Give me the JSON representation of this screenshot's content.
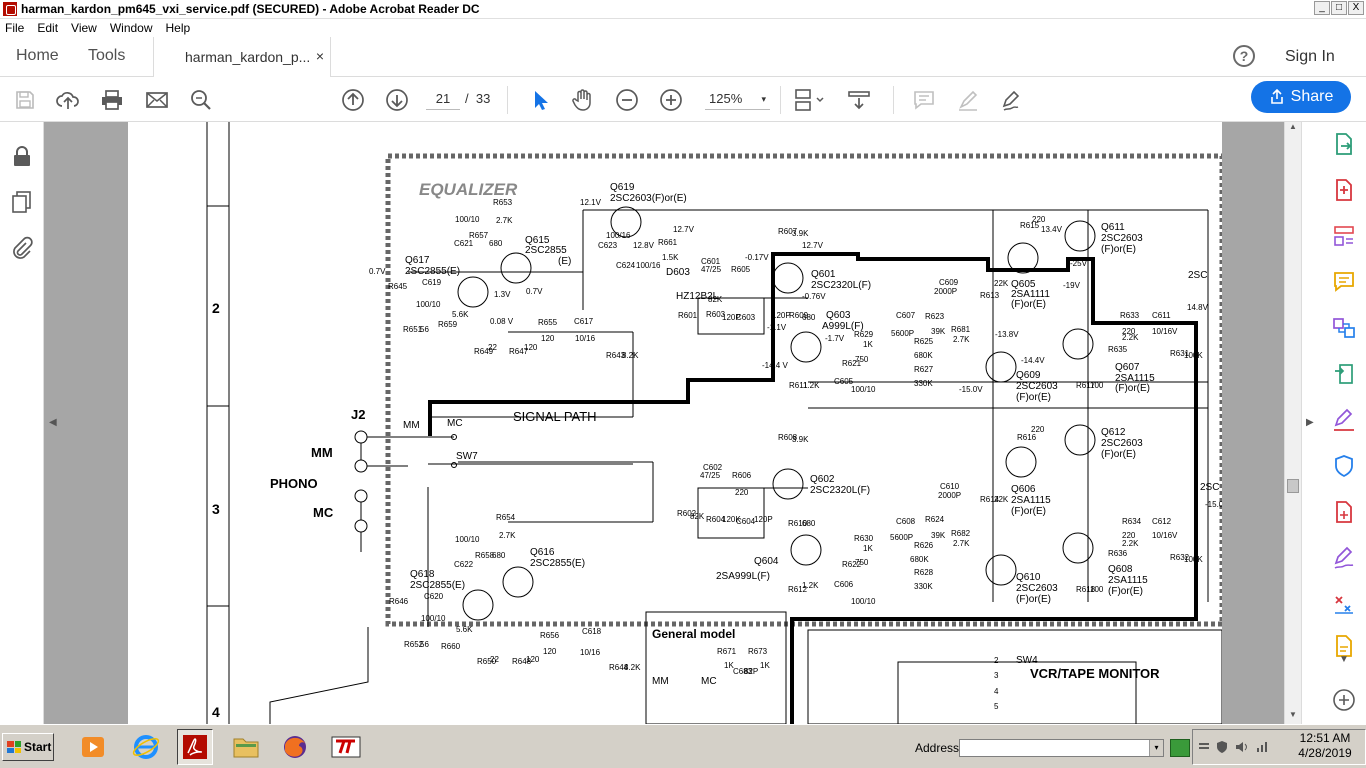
{
  "window": {
    "title": "harman_kardon_pm645_vxi_service.pdf (SECURED) - Adobe Acrobat Reader DC",
    "min_label": "_",
    "max_label": "□",
    "close_label": "X"
  },
  "menu": {
    "file": "File",
    "edit": "Edit",
    "view": "View",
    "window": "Window",
    "help": "Help"
  },
  "tabs": {
    "home": "Home",
    "tools": "Tools",
    "document": "harman_kardon_p...",
    "close_glyph": "×"
  },
  "header": {
    "help_glyph": "?",
    "signin": "Sign In"
  },
  "toolbar": {
    "current_page": "21",
    "page_separator": "/",
    "total_pages": "33",
    "zoom": "125%",
    "zoom_dd": "▾",
    "share": "Share"
  },
  "schematic": {
    "section_title": "EQUALIZER",
    "signal_path": "SIGNAL PATH",
    "general_model": "General model",
    "vcr_tape": "VCR/TAPE MONITOR",
    "phono": "PHONO",
    "mm": "MM",
    "mc": "MC",
    "mm2": "MM",
    "mc2": "MC",
    "mm3": "MM",
    "mc3": "MC",
    "j2": "J2",
    "sw7": "SW7",
    "sw4": "SW4",
    "row2": "2",
    "row3": "3",
    "row4": "4",
    "q619": "Q619",
    "q619t": "2SC2603(F)or(E)",
    "q617": "Q617",
    "q617t": "2SC2855(E)",
    "q615": "Q615",
    "q615t": "2SC2855",
    "q615e": "(E)",
    "q618": "Q618",
    "q618t": "2SC2855(E)",
    "q616": "Q616",
    "q616t": "2SC2855(E)",
    "q601": "Q601",
    "q601t": "2SC2320L(F)",
    "q602": "Q602",
    "q602t": "2SC2320L(F)",
    "q603": "Q603",
    "q603t": "A999L(F)",
    "q604": "Q604",
    "q604t": "2SA999L(F)",
    "q605": "Q605",
    "q605t": "2SA1111",
    "q605e": "(F)or(E)",
    "q606": "Q606",
    "q606t": "2SA1115",
    "q606e": "(F)or(E)",
    "q607": "Q607",
    "q607t": "2SA1115",
    "q607e": "(F)or(E)",
    "q608": "Q608",
    "q608t": "2SA1115",
    "q608e": "(F)or(E)",
    "q609": "Q609",
    "q609t": "2SC2603",
    "q609e": "(F)or(E)",
    "q610": "Q610",
    "q610t": "2SC2603",
    "q610e": "(F)or(E)",
    "q611": "Q611",
    "q611t": "2SC2603",
    "q611e": "(F)or(E)",
    "q612": "Q612",
    "q612t": "2SC2603",
    "q612e": "(F)or(E)",
    "d603": "D603",
    "d603t": "HZ12B2L",
    "r653": "R653",
    "r653v": "2.7K",
    "r654": "R654",
    "r654v": "2.7K",
    "r655": "R655",
    "r655v": "120",
    "r656": "R656",
    "r656v": "120",
    "r645": "R645",
    "r646": "R646",
    "r651": "R651",
    "r651v": "56",
    "r652": "R652",
    "r652v": "56",
    "r659": "R659",
    "r659v": "5.6K",
    "r660": "R660",
    "r660v": "5.6K",
    "r649": "R649",
    "r649v": "22",
    "r650": "R650",
    "r650v": "22",
    "r647": "R647",
    "r647v": "120",
    "r648": "R648",
    "r648v": "120",
    "r657": "R657",
    "r657v": "680",
    "r658": "R658",
    "r658v": "680",
    "r643": "R643",
    "r643v": "8.2K",
    "r644": "R644",
    "r644v": "8.2K",
    "r661": "R661",
    "r661v": "1.5K",
    "r605": "R605",
    "r606": "R606",
    "r606v": "220",
    "r607": "R607",
    "r607v": "3.9K",
    "r608": "R608",
    "r608v": "3.9K",
    "r601": "R601",
    "r602": "R602",
    "r602v": "82K",
    "r603": "R603",
    "r603v": "82K",
    "r604": "R604",
    "r604v": "120K",
    "r609": "R609",
    "r609v": "680",
    "r610": "R610",
    "r610v": "680",
    "r611": "R611",
    "r611v": "1.2K",
    "r612": "R612",
    "r612v": "1.2K",
    "r613": "R613",
    "r613v": "22K",
    "r614": "R614",
    "r614v": "22K",
    "r615": "R615",
    "r615v": "220",
    "r616": "R616",
    "r616v": "220",
    "r617": "R617",
    "r617v": "100",
    "r618": "R618",
    "r618v": "100",
    "r621": "R621",
    "r621v": "750",
    "r622": "R622",
    "r622v": "750",
    "r623": "R623",
    "r623v": "39K",
    "r624": "R624",
    "r624v": "39K",
    "r625": "R625",
    "r625v": "680K",
    "r626": "R626",
    "r626v": "680K",
    "r627": "R627",
    "r627v": "330K",
    "r628": "R628",
    "r628v": "330K",
    "r629": "R629",
    "r629v": "1K",
    "r630": "R630",
    "r630v": "1K",
    "r631": "R631",
    "r631v": "100K",
    "r632": "R632",
    "r632v": "100K",
    "r633": "R633",
    "r633v": "220",
    "r634": "R634",
    "r634v": "220",
    "r635": "R635",
    "r635v": "2.2K",
    "r636": "R636",
    "r636v": "2.2K",
    "r671": "R671",
    "r671v": "1K",
    "r673": "R673",
    "r673v": "1K",
    "r681": "R681",
    "r681v": "2.7K",
    "r682": "R682",
    "r682v": "2.7K",
    "c601": "C601",
    "c601v": "47/25",
    "c602": "C602",
    "c602v": "47/25",
    "c603": "C603",
    "c603v": "120P",
    "c604": "C604",
    "c604v": "120P",
    "c605": "C605",
    "c605v": "100/10",
    "c606": "C606",
    "c606v": "100/10",
    "c607": "C607",
    "c607v": "5600P",
    "c608": "C608",
    "c608v": "5600P",
    "c609": "C609",
    "c609v": "2000P",
    "c610": "C610",
    "c610v": "2000P",
    "c611": "C611",
    "c611v": "10/16V",
    "c612": "C612",
    "c612v": "10/16V",
    "c617": "C617",
    "c617v": "10/16",
    "c618": "C618",
    "c618v": "10/16",
    "c619": "C619",
    "c619v": "100/10",
    "c620": "C620",
    "c620v": "100/10",
    "c621": "C621",
    "c621v": "100/10",
    "c622": "C622",
    "c622v": "100/10",
    "c623": "C623",
    "c623v": "100/16",
    "c624": "C624",
    "c624v": "100/16",
    "c683": "C683",
    "c683v": "82P",
    "cap_120p": "120P",
    "v1": "12.1V",
    "v2": "12.7V",
    "v3": "12.8V",
    "v4": "-0.17V",
    "v5": "12.7V",
    "v6": "-0.76V",
    "v7": "0.7V",
    "v8": "1.3V",
    "v9": "0.7V",
    "v10": "0.08 V",
    "v11": "-1.1V",
    "v12": "-1.7V",
    "v13": "-14.4 V",
    "v14": "-15.0V",
    "v15": "-13.8V",
    "v16": "-14.4V",
    "v17": "13.4V",
    "v18": "-25V",
    "v19": "-19V",
    "v20": "14.8V",
    "v21": "-15.0",
    "edge1": "2SC",
    "edge2": "2SC",
    "sw4_1": "2",
    "sw4_2": "3",
    "sw4_3": "4",
    "sw4_4": "5"
  },
  "taskbar": {
    "start": "Start",
    "address": "Address",
    "dd": "▾",
    "time": "12:51 AM",
    "date": "4/28/2019"
  }
}
